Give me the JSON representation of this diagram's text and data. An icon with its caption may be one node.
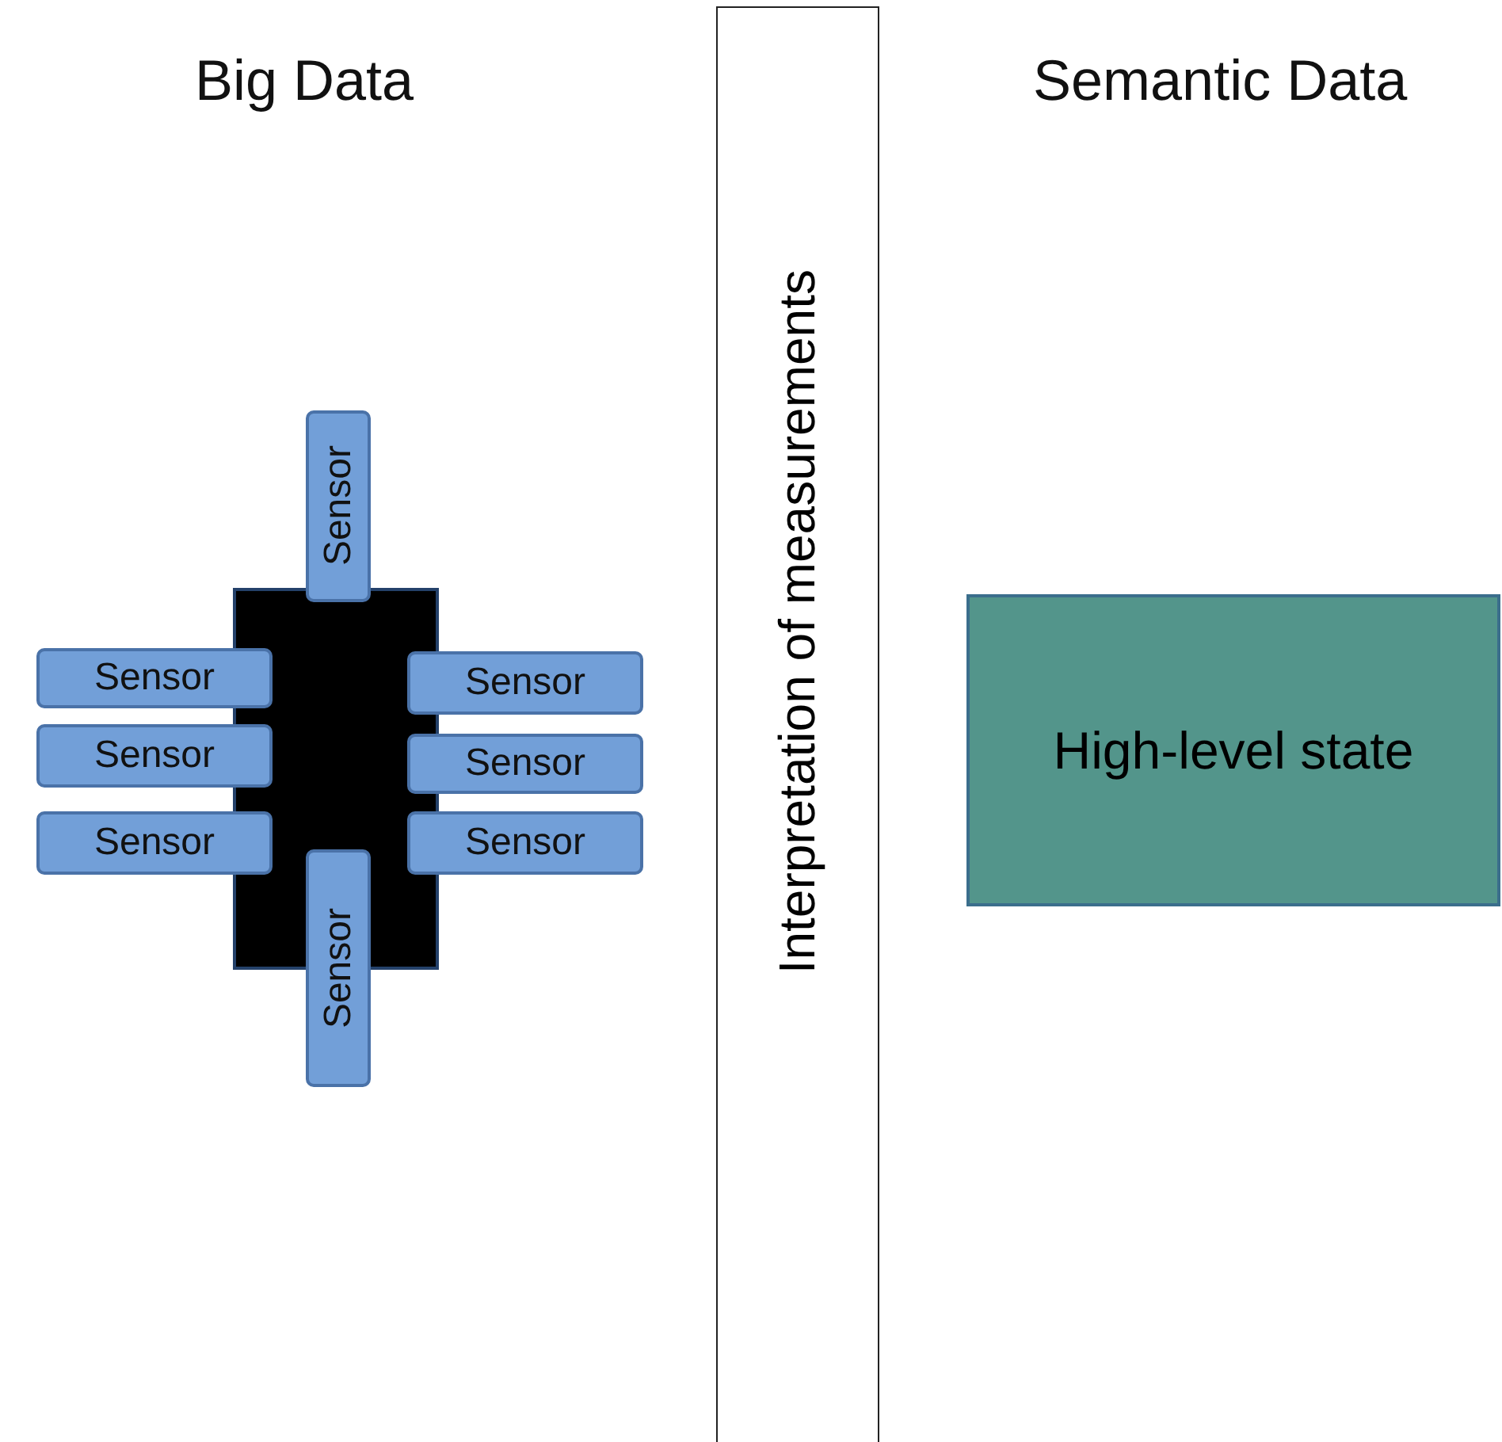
{
  "diagram": {
    "nodes": [
      {
        "text": [],
        "shape": "box"
      },
      {
        "text": [
          "Sensor"
        ]
      },
      {
        "text": [
          "Sensor"
        ]
      },
      {
        "text": [
          "Sensor"
        ]
      },
      {
        "text": [
          "Sensor"
        ]
      },
      {
        "text": [
          "Sensor"
        ]
      },
      {
        "text": [
          "Sensor"
        ]
      },
      {
        "text": [
          "Sensor"
        ]
      },
      {
        "text": [
          "Sensor"
        ]
      },
      {
        "text": [
          "Interpretation of measurements"
        ]
      },
      {
        "text": [
          "High-level state"
        ]
      }
    ],
    "edges": [],
    "labels": [
      "Big Data",
      "Semantic Data"
    ]
  }
}
